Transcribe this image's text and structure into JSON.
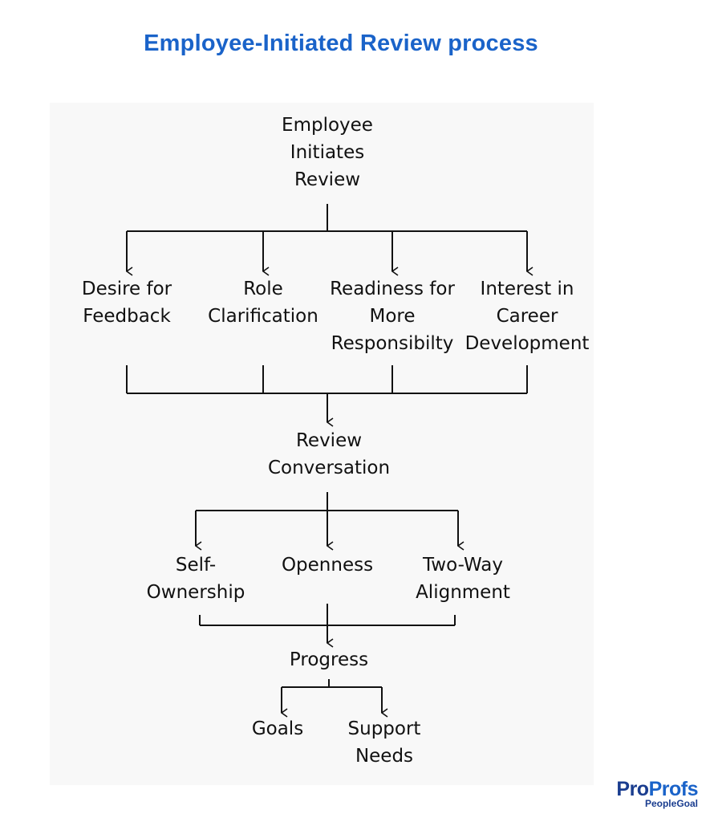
{
  "title": "Employee-Initiated Review process",
  "nodes": {
    "root": "Employee\nInitiates\nReview",
    "desire": "Desire for\nFeedback",
    "role": "Role\nClarification",
    "readiness": "Readiness for\nMore\nResponsibilty",
    "interest": "Interest in\nCareer\nDevelopment",
    "conversation": "Review\nConversation",
    "self": "Self-\nOwnership",
    "openness": "Openness",
    "twoway": "Two-Way\nAlignment",
    "progress": "Progress",
    "goals": "Goals",
    "support": "Support\nNeeds"
  },
  "brand": {
    "pro": "Pro",
    "profs": "Profs",
    "sub": "PeopleGoal"
  },
  "colors": {
    "title": "#1a63c9",
    "line": "#111111",
    "brand_dark": "#1a3d8f"
  }
}
